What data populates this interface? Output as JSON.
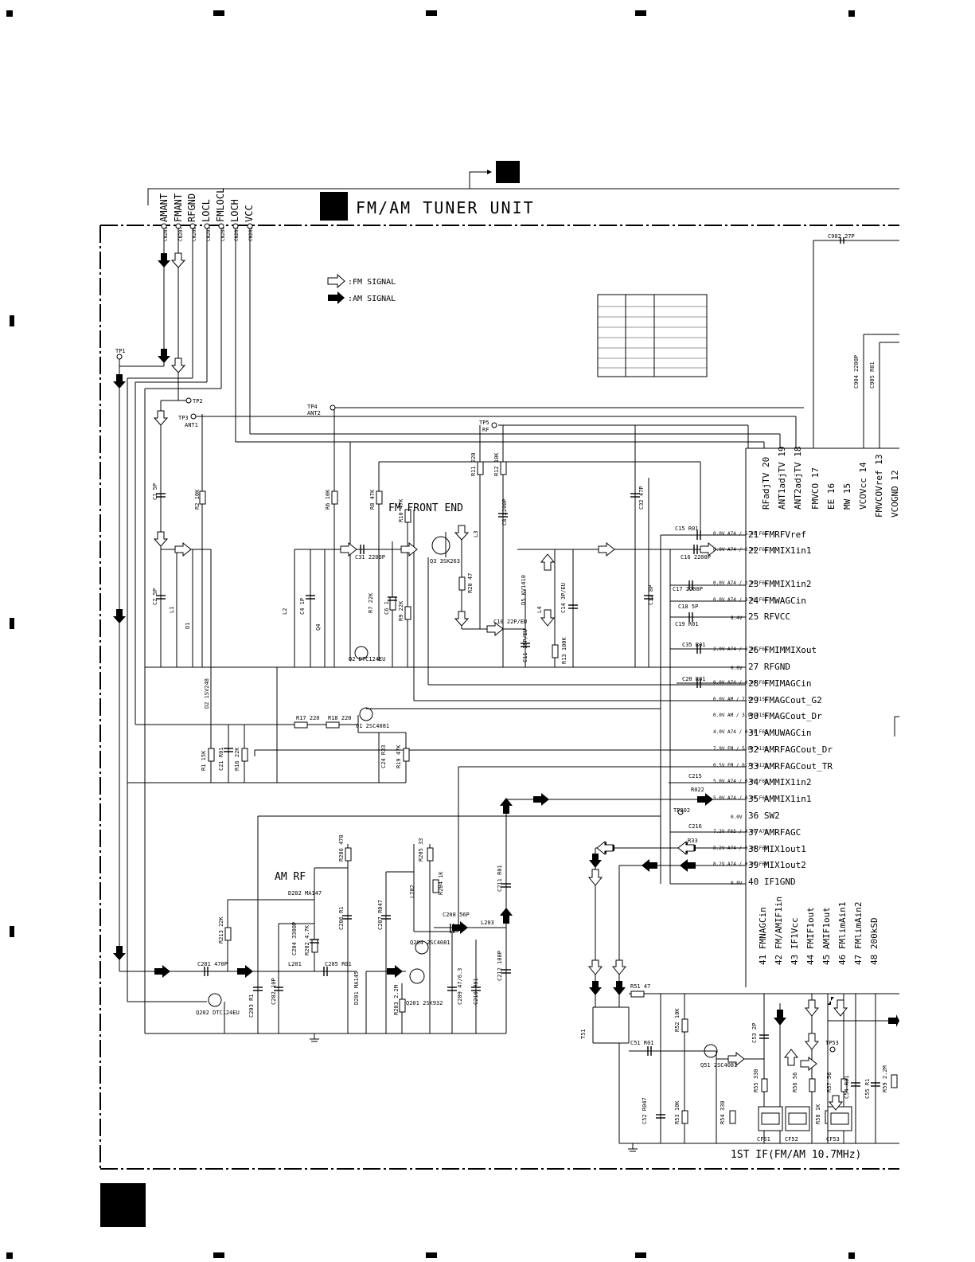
{
  "header": {
    "unit_title": "FM/AM TUNER UNIT",
    "connector_labels": [
      "AMANT",
      "FMANT",
      "RFGND",
      "LOCL",
      "FMLOCL",
      "LOCH",
      "VCC"
    ],
    "connector_pins": [
      "CN201",
      "CN207",
      "CN206",
      "CN205",
      "CN204",
      "CN203",
      "CN202"
    ],
    "capacitor_top": "C902 27P"
  },
  "legend": {
    "fm_signal": ":FM SIGNAL",
    "am_signal": ":AM SIGNAL"
  },
  "sections": {
    "fm_front_end": "FM FRONT END",
    "am_rf": "AM RF",
    "first_if": "1ST IF(FM/AM 10.7MHz)"
  },
  "test_points": [
    "TP1",
    "TP2",
    "TP3",
    "TP4",
    "TP5",
    "TP202",
    "TP53"
  ],
  "tp_sub": {
    "TP3": "ANT1",
    "TP4": "ANT2",
    "TP5": "RF"
  },
  "ic_pins_vertical": [
    "RFadjTV 20",
    "ANT1adjTV 19",
    "ANT2adjTV 18",
    "FMVCO 17",
    "EE 16",
    "MW 15",
    "VCOVcc 14",
    "FMVCOVref 13",
    "VCOGND 12"
  ],
  "ic_pins_right": [
    "21 FMRFVref",
    "22 FMMIX1in1",
    "23 FMMIX1in2",
    "24 FMWAGCin",
    "25 RFVCC",
    "26 FMIMMIXout",
    "27 RFGND",
    "28 FMIMAGCin",
    "29 FMAGCout_G2",
    "30 FMAGCout_Dr",
    "31 AMUWAGCin",
    "32 AMRFAGCout_Dr",
    "33 AMRFAGCout_TR",
    "34 AMMIX1in2",
    "35 AMMIX1in1",
    "36 SW2",
    "37 AMRFAGC",
    "38 MIX1out1",
    "39 MIX1out2",
    "40 IF1GND"
  ],
  "ic_pins_bottom": [
    "41 FMNAGCin",
    "42 FM/AMIF1in",
    "43 IF1Vcc",
    "44 FMIF1out",
    "45 AMIF1out",
    "46 FMlimAin1",
    "47 FMlimAin2",
    "48 200kSD"
  ],
  "voltages_right": [
    "0.0V A74 / 5.4V F65",
    "0.0V A74 / 2.9V F65",
    "0.0V A74 / 2.9V F65",
    "0.0V A74 / 3.0V F65",
    "8.4V",
    "2.0V A74 / 6.9V F65",
    "0.0V",
    "0.0V A74 / 0.0V F65",
    "0.0V AM / 7.3V F155",
    "0.0V AM / 3.9V F155",
    "4.0V A74 / 0.5V F65",
    "7.9V FM / 5.0V A125",
    "0.5V FM / 0.7V A125",
    "5.0V A74 / 0.0V F65",
    "5.0V A74 / 0.0V F65",
    "0.0V",
    "7.3V F65 / 4.0V A70",
    "8.2V A74 / 0.0V F65",
    "8.2V A74 / 0.0V F65",
    "0.0V"
  ],
  "components": {
    "fm": [
      "C1 5P",
      "R2 10K",
      "C2 5P",
      "L1",
      "D1",
      "D2 1SV248",
      "R1 15K",
      "C21 R01",
      "R16 22K",
      "R17 220",
      "R18 220",
      "Q1 2SC4081",
      "C24 R33",
      "R19 47K",
      "L2",
      "C4 1P",
      "Q4",
      "R6 10K",
      "Q2 DTC124EU",
      "C31 2200P",
      "R8 47K",
      "R7 22K",
      "C6 1",
      "R9 22K",
      "R10 47K",
      "Q3 3SK263",
      "R11 220",
      "R12 10K",
      "R20 47",
      "L3",
      "C8 2200P",
      "D5 KV1410",
      "L4",
      "C14 3P/EU",
      "C10 22P/EU",
      "C11 15P/EU",
      "R13 100K",
      "C32 47P",
      "C12 8P",
      "C15 R01",
      "C16 2200P",
      "C17 2200P",
      "C18 5P",
      "C19 R01",
      "C35 R01",
      "C20 R01",
      "C215",
      "R022",
      "C216",
      "R33"
    ],
    "am": [
      "C201 470P",
      "R213 22K",
      "Q202 DTC124EU",
      "C203 R1",
      "C202 10P",
      "L201",
      "C204 3300P",
      "R202 4.7K",
      "C205 R01",
      "D202 MA147",
      "R206 470",
      "C206 R1",
      "D201 MA145",
      "R203 2.2M",
      "Q201 2SK932",
      "C207 R047",
      "L202",
      "R205 33",
      "R204 1K",
      "C208 56P",
      "L203",
      "Q204 2SC4081",
      "C209 47/6.3",
      "C210 R01",
      "C211 R01",
      "C212 100P"
    ],
    "if": [
      "R51 47",
      "T51",
      "C51 R01",
      "R52 10K",
      "Q51 2SC4081",
      "C53 2P",
      "R55 330",
      "R56 56",
      "R57 56",
      "C54 R01",
      "C55 R1",
      "R59 2.2M",
      "R58 1K",
      "R54 330",
      "R53 10K",
      "C52 R047",
      "CF51",
      "CF52",
      "CF53",
      "C904 2200P",
      "C905 R01"
    ]
  },
  "colors": {
    "line": "#000000",
    "background": "#ffffff"
  }
}
